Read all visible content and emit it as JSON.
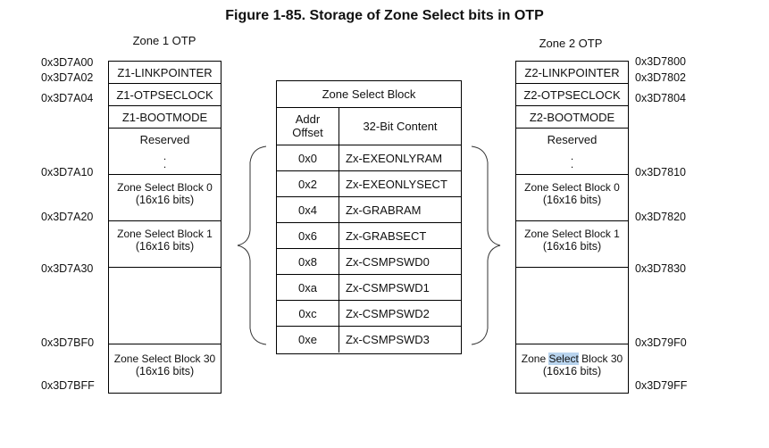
{
  "title": "Figure 1-85. Storage of Zone Select bits in OTP",
  "zone1": {
    "header": "Zone 1 OTP",
    "addresses": [
      "0x3D7A00",
      "0x3D7A02",
      "0x3D7A04",
      "0x3D7A10",
      "0x3D7A20",
      "0x3D7A30",
      "0x3D7BF0",
      "0x3D7BFF"
    ],
    "cells": [
      "Z1-LINKPOINTER",
      "Z1-OTPSECLOCK",
      "Z1-BOOTMODE",
      "Reserved"
    ],
    "block0": "Zone Select Block 0",
    "block1": "Zone Select Block 1",
    "block30": "Zone Select Block 30",
    "size": "(16x16 bits)"
  },
  "zone2": {
    "header": "Zone 2 OTP",
    "addresses": [
      "0x3D7800",
      "0x3D7802",
      "0x3D7804",
      "0x3D7810",
      "0x3D7820",
      "0x3D7830",
      "0x3D79F0",
      "0x3D79FF"
    ],
    "cells": [
      "Z2-LINKPOINTER",
      "Z2-OTPSECLOCK",
      "Z2-BOOTMODE",
      "Reserved"
    ],
    "block0": "Zone Select Block 0",
    "block1": "Zone Select Block 1",
    "block30_a": "Zone ",
    "block30_hl": "Select",
    "block30_b": " Block 30",
    "size": "(16x16 bits)"
  },
  "zone_select_block": {
    "header": "Zone Select Block",
    "col_offset": "Addr\nOffset",
    "col_offset_1": "Addr",
    "col_offset_2": "Offset",
    "col_content": "32-Bit Content",
    "rows": [
      {
        "offset": "0x0",
        "content": "Zx-EXEONLYRAM"
      },
      {
        "offset": "0x2",
        "content": "Zx-EXEONLYSECT"
      },
      {
        "offset": "0x4",
        "content": "Zx-GRABRAM"
      },
      {
        "offset": "0x6",
        "content": "Zx-GRABSECT"
      },
      {
        "offset": "0x8",
        "content": "Zx-CSMPSWD0"
      },
      {
        "offset": "0xa",
        "content": "Zx-CSMPSWD1"
      },
      {
        "offset": "0xc",
        "content": "Zx-CSMPSWD2"
      },
      {
        "offset": "0xe",
        "content": "Zx-CSMPSWD3"
      }
    ]
  }
}
